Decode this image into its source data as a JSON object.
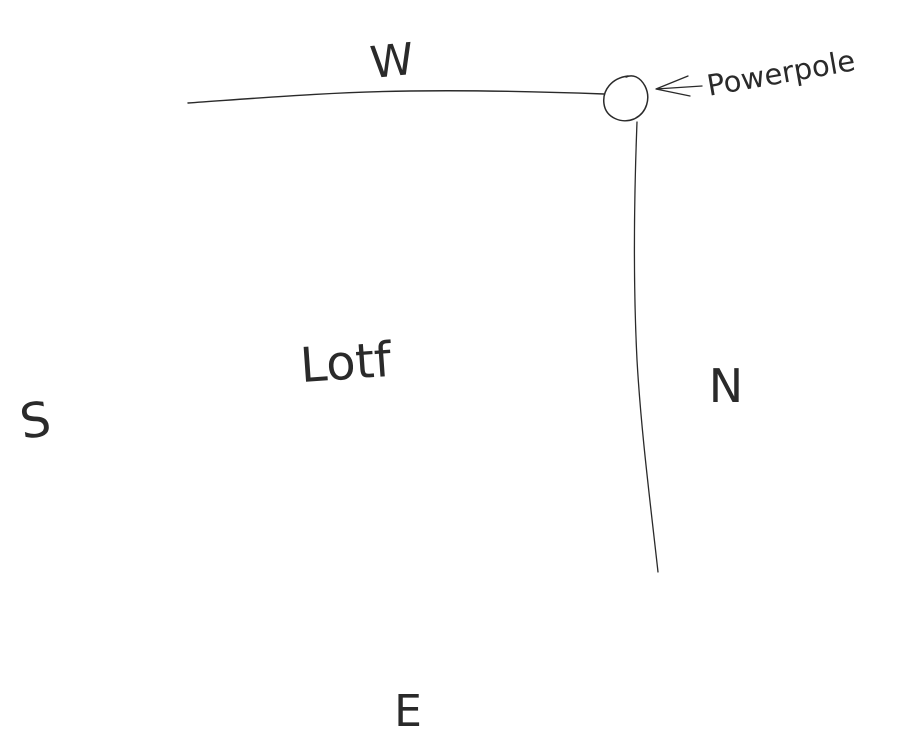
{
  "diagram": {
    "background_color": "#ffffff",
    "ink_color": "#2a2a2a",
    "labels": {
      "west": "W",
      "south": "S",
      "north": "N",
      "east": "E",
      "lot": "Lotf",
      "power_pole": "Powerpole"
    }
  }
}
